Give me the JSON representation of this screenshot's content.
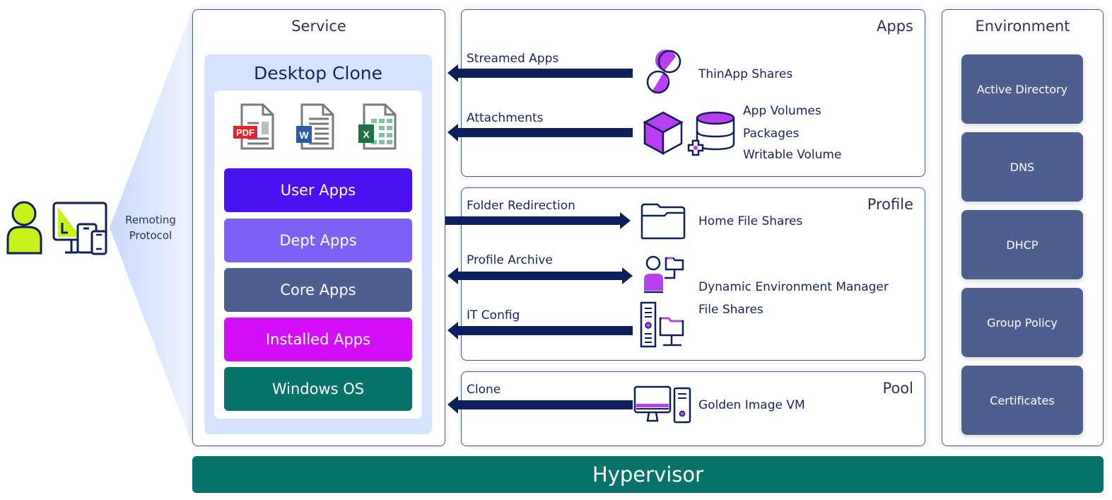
{
  "client": {
    "remoting_label": "Remoting\nProtocol",
    "remoting_line1": "Remoting",
    "remoting_line2": "Protocol",
    "user_icon": "user-icon",
    "devices_icon": "devices-icon"
  },
  "service": {
    "title": "Service",
    "desktop_clone": {
      "title": "Desktop Clone",
      "file_icons": [
        "pdf-file-icon",
        "word-file-icon",
        "excel-file-icon"
      ],
      "file_badges": [
        "PDF",
        "W",
        "X"
      ],
      "layers": [
        {
          "label": "User Apps",
          "color": "#4a12f0"
        },
        {
          "label": "Dept Apps",
          "color": "#7f60f5"
        },
        {
          "label": "Core Apps",
          "color": "#4d5f8f"
        },
        {
          "label": "Installed Apps",
          "color": "#d30ff8"
        },
        {
          "label": "Windows OS",
          "color": "#07736a"
        }
      ]
    }
  },
  "apps": {
    "title": "Apps",
    "flows": [
      {
        "label": "Streamed Apps",
        "direction": "to-service",
        "target_icon": "thinapp-icon",
        "target_lines": [
          "ThinApp Shares"
        ]
      },
      {
        "label": "Attachments",
        "direction": "to-service",
        "target_icon": "app-volumes-icon",
        "target_lines": [
          "App Volumes",
          "Packages",
          "Writable Volume"
        ]
      }
    ]
  },
  "profile": {
    "title": "Profile",
    "flows": [
      {
        "label": "Folder Redirection",
        "direction": "from-service",
        "target_icon": "folder-icon",
        "target_lines": [
          "Home File Shares"
        ]
      },
      {
        "label": "Profile Archive",
        "direction": "bidirectional",
        "target_icon": "user-folder-icon",
        "target_lines": [
          "Dynamic Environment Manager"
        ]
      },
      {
        "label": "IT Config",
        "direction": "to-service",
        "target_icon": "server-folder-icon",
        "target_lines": [
          "File Shares"
        ]
      }
    ]
  },
  "pool": {
    "title": "Pool",
    "flows": [
      {
        "label": "Clone",
        "direction": "to-service",
        "target_icon": "golden-image-vm-icon",
        "target_lines": [
          "Golden Image VM"
        ]
      }
    ]
  },
  "environment": {
    "title": "Environment",
    "items": [
      "Active Directory",
      "DNS",
      "DHCP",
      "Group Policy",
      "Certificates"
    ]
  },
  "hypervisor": {
    "label": "Hypervisor"
  },
  "colors": {
    "navy": "#0d1f5c",
    "accent_purple": "#b93ef0",
    "lime": "#c8f21c",
    "wedge": "#d6e3fc",
    "teal": "#07736a",
    "env_box": "#4d5f8f"
  }
}
